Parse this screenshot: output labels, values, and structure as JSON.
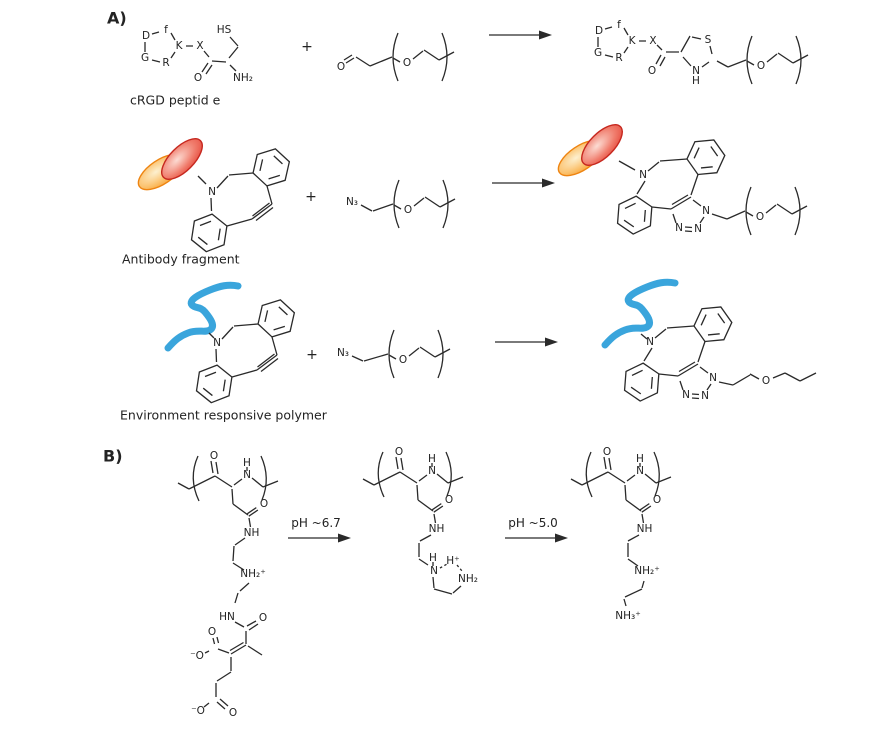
{
  "panel_a_label": "A)",
  "panel_b_label": "B)",
  "captions": {
    "crgd": "cRGD peptid e",
    "antibody": "Antibody fragment",
    "polymer": "Environment responsive polymer"
  },
  "operators": {
    "plus": "+"
  },
  "conditions": {
    "ph_step1": "pH ~6.7",
    "ph_step2": "pH ~5.0"
  },
  "atoms": {
    "D": "D",
    "f": "f",
    "K": "K",
    "X": "X",
    "G": "G",
    "R": "R",
    "HS": "HS",
    "NH2": "NH₂",
    "O": "O",
    "N": "N",
    "S": "S",
    "H": "H",
    "NH": "NH",
    "HN": "HN",
    "N3": "N₃",
    "NH2_plus": "NH₂⁺",
    "NH3_plus": "NH₃⁺",
    "H_plus": "H⁺",
    "O_minus": "⁻O"
  },
  "colors": {
    "bond": "#2a2a2a",
    "polymer_blue": "#3aa5dc",
    "red": "#e23a2e",
    "red_mid": "#f07c6c",
    "red_light": "#fcdcd3",
    "red_stroke": "#c6281f",
    "orange": "#f7941d",
    "orange_mid": "#fbc06a",
    "orange_light": "#fdf0d0",
    "orange_stroke": "#ee8411"
  }
}
